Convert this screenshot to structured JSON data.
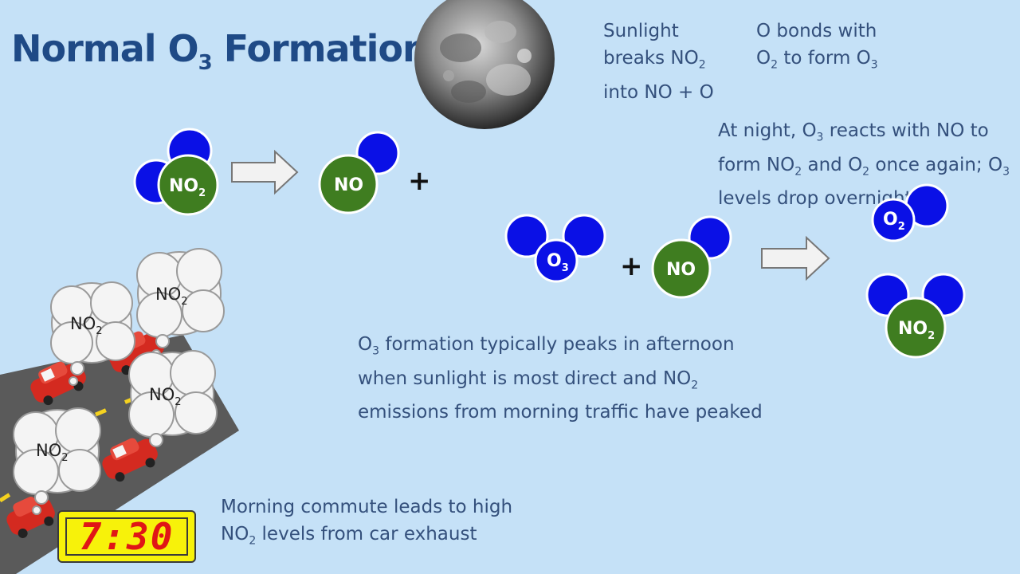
{
  "title": {
    "main": "Normal O",
    "sub": "3",
    "rest": " Formation"
  },
  "sunlight_caption": {
    "l1": "Sunlight",
    "l2a": "breaks NO",
    "l2sub": "2",
    "l3": "into NO + O"
  },
  "bond_caption": {
    "l1": "O bonds with",
    "l2a": "O",
    "l2sub": "2",
    "l2b": " to form O",
    "l2sub2": "3"
  },
  "night_caption": {
    "l1a": "At night, O",
    "l1sub": "3",
    "l1b": " reacts with NO to",
    "l2a": "form NO",
    "l2sub": "2",
    "l2b": " and O",
    "l2sub2": "2",
    "l2c": " once again; O",
    "l2sub3": "3",
    "l3": "levels drop overnight"
  },
  "peak_caption": {
    "l1a": "O",
    "l1sub": "3",
    "l1b": " formation typically peaks in afternoon",
    "l2a": "when sunlight is most direct and NO",
    "l2sub": "2",
    "l3": "emissions from morning traffic have peaked"
  },
  "commute_caption": {
    "l1": "Morning commute leads to high",
    "l2a": "NO",
    "l2sub": "2",
    "l2b": " levels from car exhaust"
  },
  "molecules": {
    "no2_main": "NO",
    "no2_sub": "2",
    "no": "NO",
    "o3": "O",
    "o3_sub": "3",
    "no_b": "NO",
    "o2": "O",
    "o2_sub": "2",
    "no2_b": "NO",
    "no2_b_sub": "2",
    "plus": "+"
  },
  "clouds": [
    {
      "main": "NO",
      "sub": "2"
    },
    {
      "main": "NO",
      "sub": "2"
    },
    {
      "main": "NO",
      "sub": "2"
    },
    {
      "main": "NO",
      "sub": "2"
    }
  ],
  "clock": {
    "time": "7:30"
  },
  "colors": {
    "background": "#c5e1f7",
    "oxygen": "#0a10e6",
    "nitrogen_compound": "#3f7d20",
    "car": "#d42a20",
    "road": "#5a5a5a",
    "clock_face": "#f7f20a",
    "clock_digits": "#e01616"
  },
  "icons": [
    "moon-icon",
    "arrow-right-icon",
    "car-icon",
    "exhaust-cloud-icon",
    "digital-clock-icon"
  ]
}
